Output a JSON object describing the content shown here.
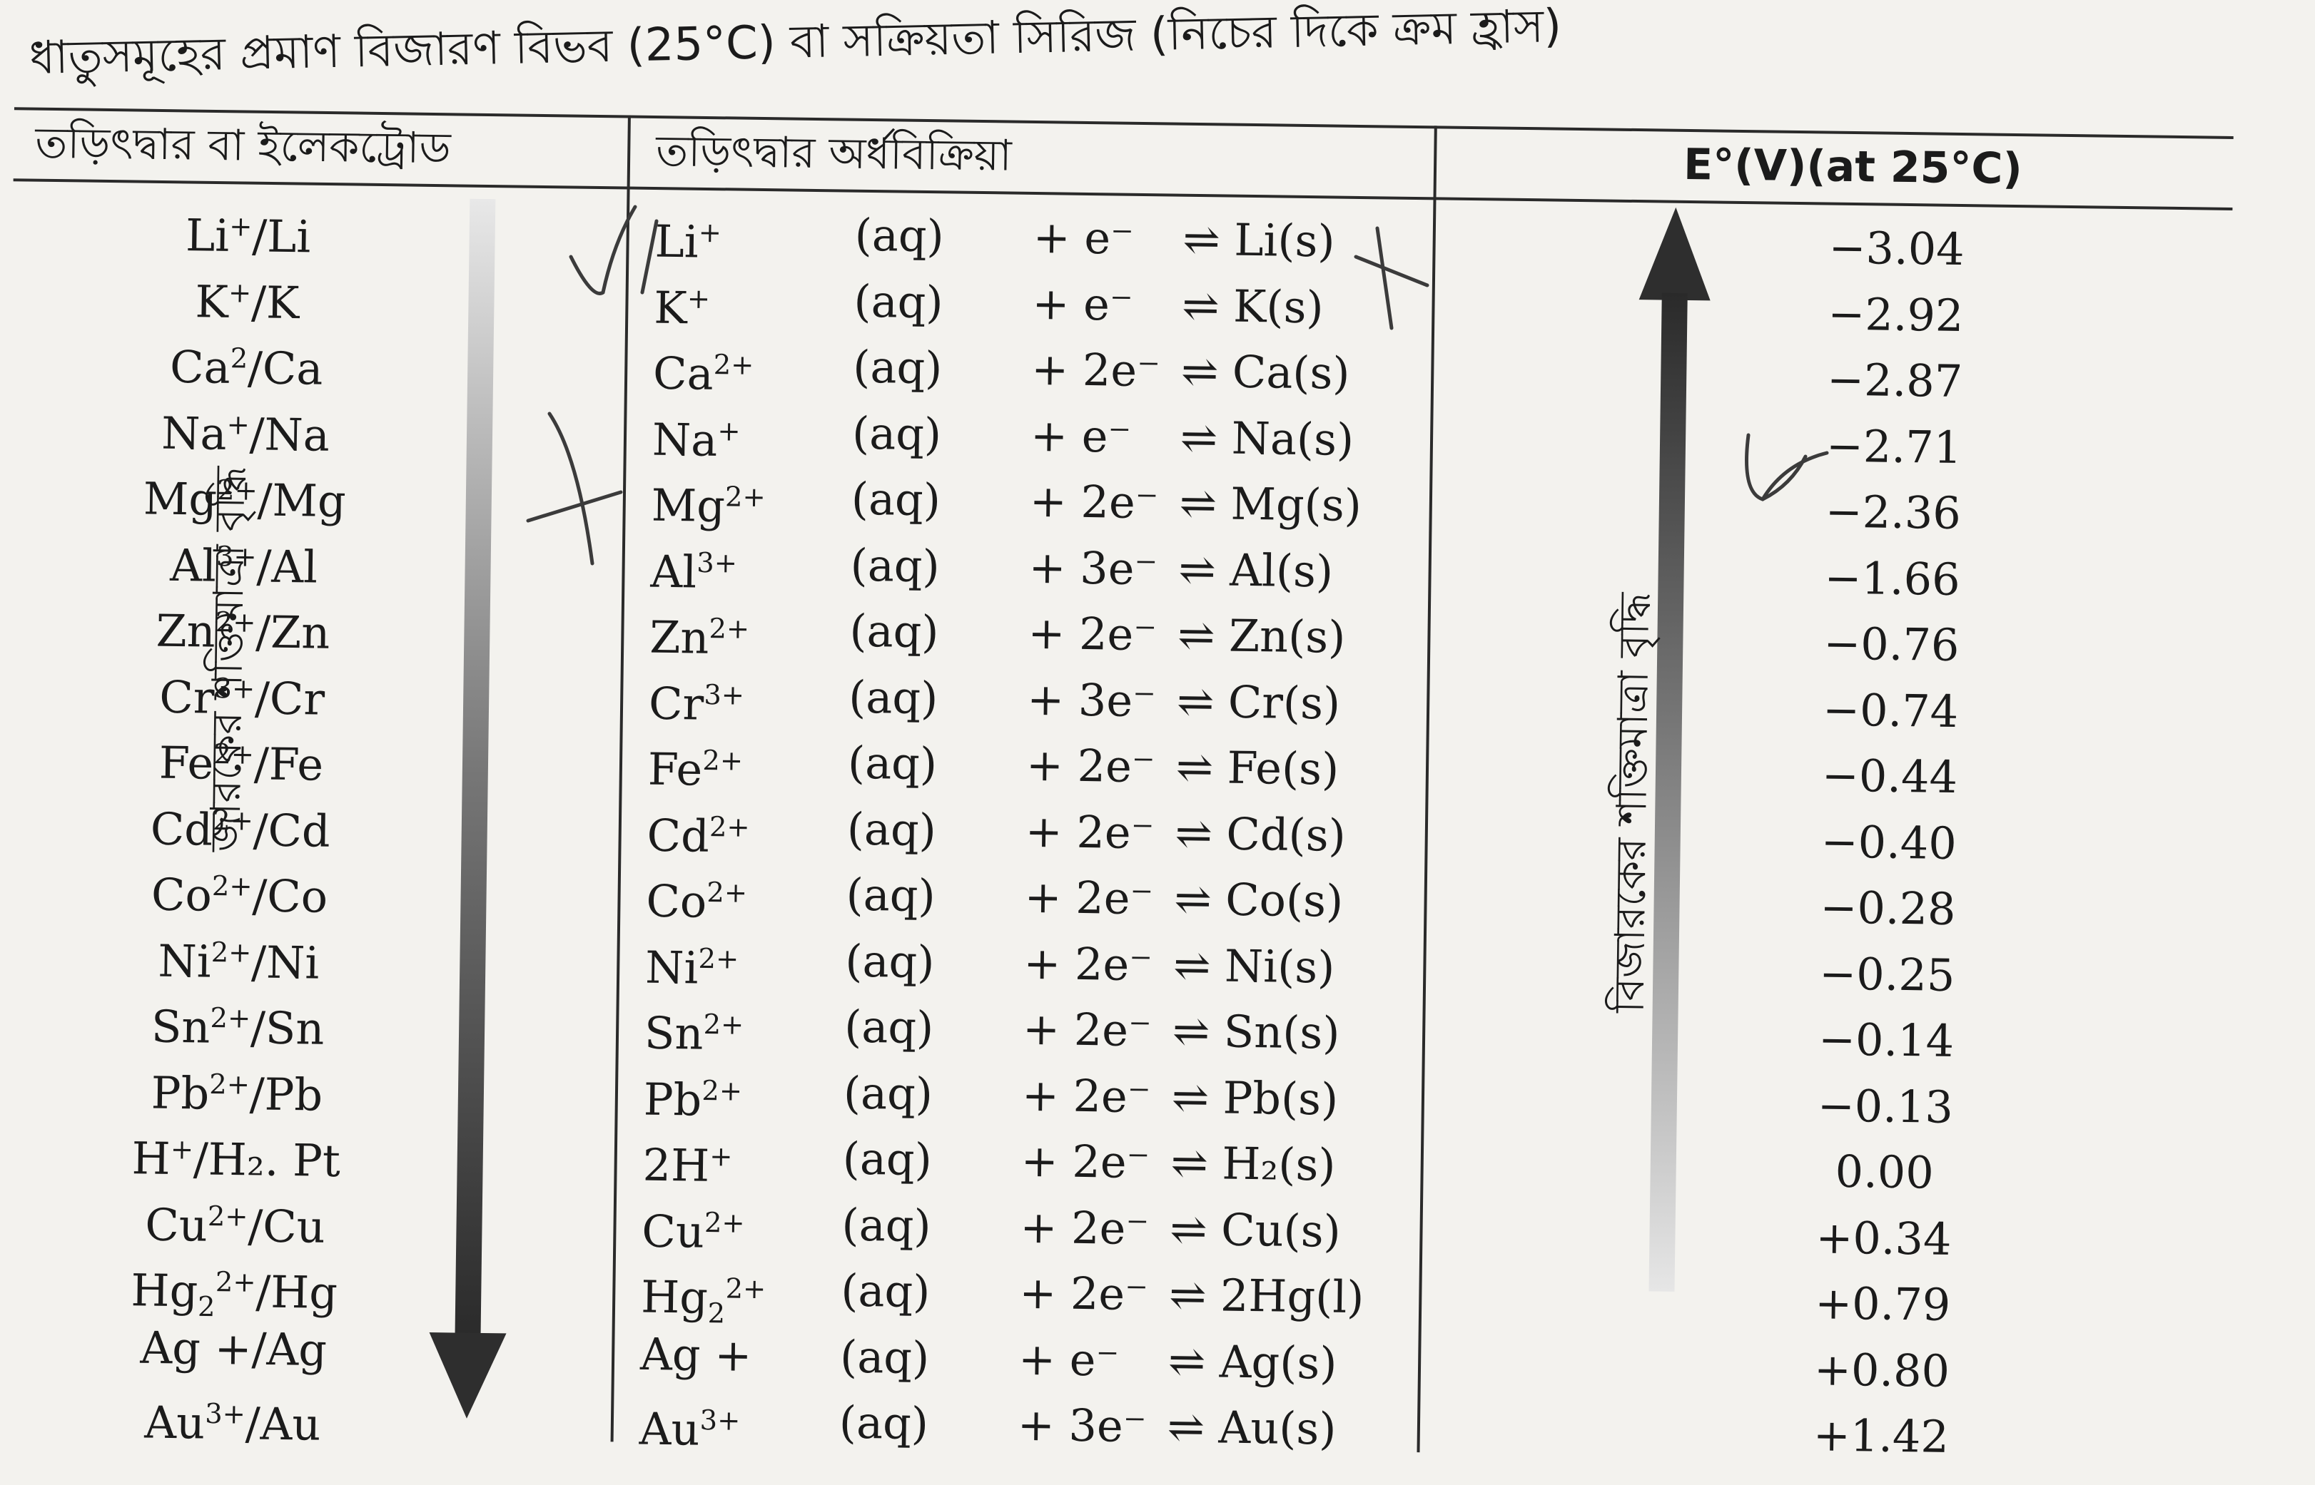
{
  "title": "ধাতুসমূহের প্রমাণ বিজারণ বিভব (25°C) বা সক্রিয়তা সিরিজ (নিচের দিকে ক্রম হ্রাস)",
  "headers": {
    "electrode": "তড়িৎদ্বার বা ইলেকট্রোড",
    "reaction": "তড়িৎদ্বার অর্ধবিক্রিয়া",
    "potential": "E°(V)(at 25°C)"
  },
  "left_arrow_label": "জারকের শক্তিমাত্রা বৃদ্ধি",
  "right_arrow_label": "বিজারকের শক্তিমাত্রা বৃদ্ধি",
  "aq_label": "(aq)",
  "rows": [
    {
      "el": "Li",
      "el_sup": "+",
      "el_sub": "",
      "el_tail": "/Li",
      "ion": "Li",
      "ion_sup": "+",
      "ion_sub": "",
      "add": "+ e⁻",
      "prod": "⇌ Li(s)",
      "pot": "−3.04"
    },
    {
      "el": "K",
      "el_sup": "+",
      "el_sub": "",
      "el_tail": "/K",
      "ion": "K",
      "ion_sup": "+",
      "ion_sub": "",
      "add": "+ e⁻",
      "prod": "⇌ K(s)",
      "pot": "−2.92"
    },
    {
      "el": "Ca",
      "el_sup": "2",
      "el_sub": "",
      "el_tail": "/Ca",
      "ion": "Ca",
      "ion_sup": "2+",
      "ion_sub": "",
      "add": "+ 2e⁻",
      "prod": "⇌ Ca(s)",
      "pot": "−2.87"
    },
    {
      "el": "Na",
      "el_sup": "+",
      "el_sub": "",
      "el_tail": "/Na",
      "ion": "Na",
      "ion_sup": "+",
      "ion_sub": "",
      "add": "+ e⁻",
      "prod": "⇌ Na(s)",
      "pot": "−2.71"
    },
    {
      "el": "Mg",
      "el_sup": "2+",
      "el_sub": "",
      "el_tail": "/Mg",
      "ion": "Mg",
      "ion_sup": "2+",
      "ion_sub": "",
      "add": "+ 2e⁻",
      "prod": "⇌ Mg(s)",
      "pot": "−2.36"
    },
    {
      "el": "Al",
      "el_sup": "3+",
      "el_sub": "",
      "el_tail": "/Al",
      "ion": "Al",
      "ion_sup": "3+",
      "ion_sub": "",
      "add": "+ 3e⁻",
      "prod": "⇌ Al(s)",
      "pot": "−1.66"
    },
    {
      "el": "Zn",
      "el_sup": "2+",
      "el_sub": "",
      "el_tail": "/Zn",
      "ion": "Zn",
      "ion_sup": "2+",
      "ion_sub": "",
      "add": "+ 2e⁻",
      "prod": "⇌ Zn(s)",
      "pot": "−0.76"
    },
    {
      "el": "Cr",
      "el_sup": "3+",
      "el_sub": "",
      "el_tail": "/Cr",
      "ion": "Cr",
      "ion_sup": "3+",
      "ion_sub": "",
      "add": "+ 3e⁻",
      "prod": "⇌ Cr(s)",
      "pot": "−0.74"
    },
    {
      "el": "Fe",
      "el_sup": "2+",
      "el_sub": "",
      "el_tail": "/Fe",
      "ion": "Fe",
      "ion_sup": "2+",
      "ion_sub": "",
      "add": "+ 2e⁻",
      "prod": "⇌ Fe(s)",
      "pot": "−0.44"
    },
    {
      "el": "Cd",
      "el_sup": "2+",
      "el_sub": "",
      "el_tail": "/Cd",
      "ion": "Cd",
      "ion_sup": "2+",
      "ion_sub": "",
      "add": "+ 2e⁻",
      "prod": "⇌ Cd(s)",
      "pot": "−0.40"
    },
    {
      "el": "Co",
      "el_sup": "2+",
      "el_sub": "",
      "el_tail": "/Co",
      "ion": "Co",
      "ion_sup": "2+",
      "ion_sub": "",
      "add": "+ 2e⁻",
      "prod": "⇌ Co(s)",
      "pot": "−0.28"
    },
    {
      "el": "Ni",
      "el_sup": "2+",
      "el_sub": "",
      "el_tail": "/Ni",
      "ion": "Ni",
      "ion_sup": "2+",
      "ion_sub": "",
      "add": "+ 2e⁻",
      "prod": "⇌ Ni(s)",
      "pot": "−0.25"
    },
    {
      "el": "Sn",
      "el_sup": "2+",
      "el_sub": "",
      "el_tail": "/Sn",
      "ion": "Sn",
      "ion_sup": "2+",
      "ion_sub": "",
      "add": "+ 2e⁻",
      "prod": "⇌ Sn(s)",
      "pot": "−0.14"
    },
    {
      "el": "Pb",
      "el_sup": "2+",
      "el_sub": "",
      "el_tail": "/Pb",
      "ion": "Pb",
      "ion_sup": "2+",
      "ion_sub": "",
      "add": "+ 2e⁻",
      "prod": "⇌ Pb(s)",
      "pot": "−0.13"
    },
    {
      "el": "H",
      "el_sup": "+",
      "el_sub": "",
      "el_tail": "/H₂. Pt",
      "ion": "2H",
      "ion_sup": "+",
      "ion_sub": "",
      "add": "+ 2e⁻",
      "prod": "⇌ H₂(s)",
      "pot": "0.00"
    },
    {
      "el": "Cu",
      "el_sup": "2+",
      "el_sub": "",
      "el_tail": "/Cu",
      "ion": "Cu",
      "ion_sup": "2+",
      "ion_sub": "",
      "add": "+ 2e⁻",
      "prod": "⇌ Cu(s)",
      "pot": "+0.34"
    },
    {
      "el": "Hg",
      "el_sup": "2+",
      "el_sub": "2",
      "el_tail": "/Hg",
      "ion": "Hg",
      "ion_sup": "2+",
      "ion_sub": "2",
      "add": "+ 2e⁻",
      "prod": "⇌ 2Hg(l)",
      "pot": "+0.79"
    },
    {
      "el": "Ag +",
      "el_sup": "",
      "el_sub": "",
      "el_tail": "/Ag",
      "ion": "Ag +",
      "ion_sup": "",
      "ion_sub": "",
      "add": "+ e⁻",
      "prod": "⇌ Ag(s)",
      "pot": "+0.80"
    },
    {
      "el": "Au",
      "el_sup": "3+",
      "el_sub": "",
      "el_tail": "/Au",
      "ion": "Au",
      "ion_sup": "3+",
      "ion_sub": "",
      "add": "+ 3e⁻",
      "prod": "⇌ Au(s)",
      "pot": "+1.42"
    }
  ]
}
